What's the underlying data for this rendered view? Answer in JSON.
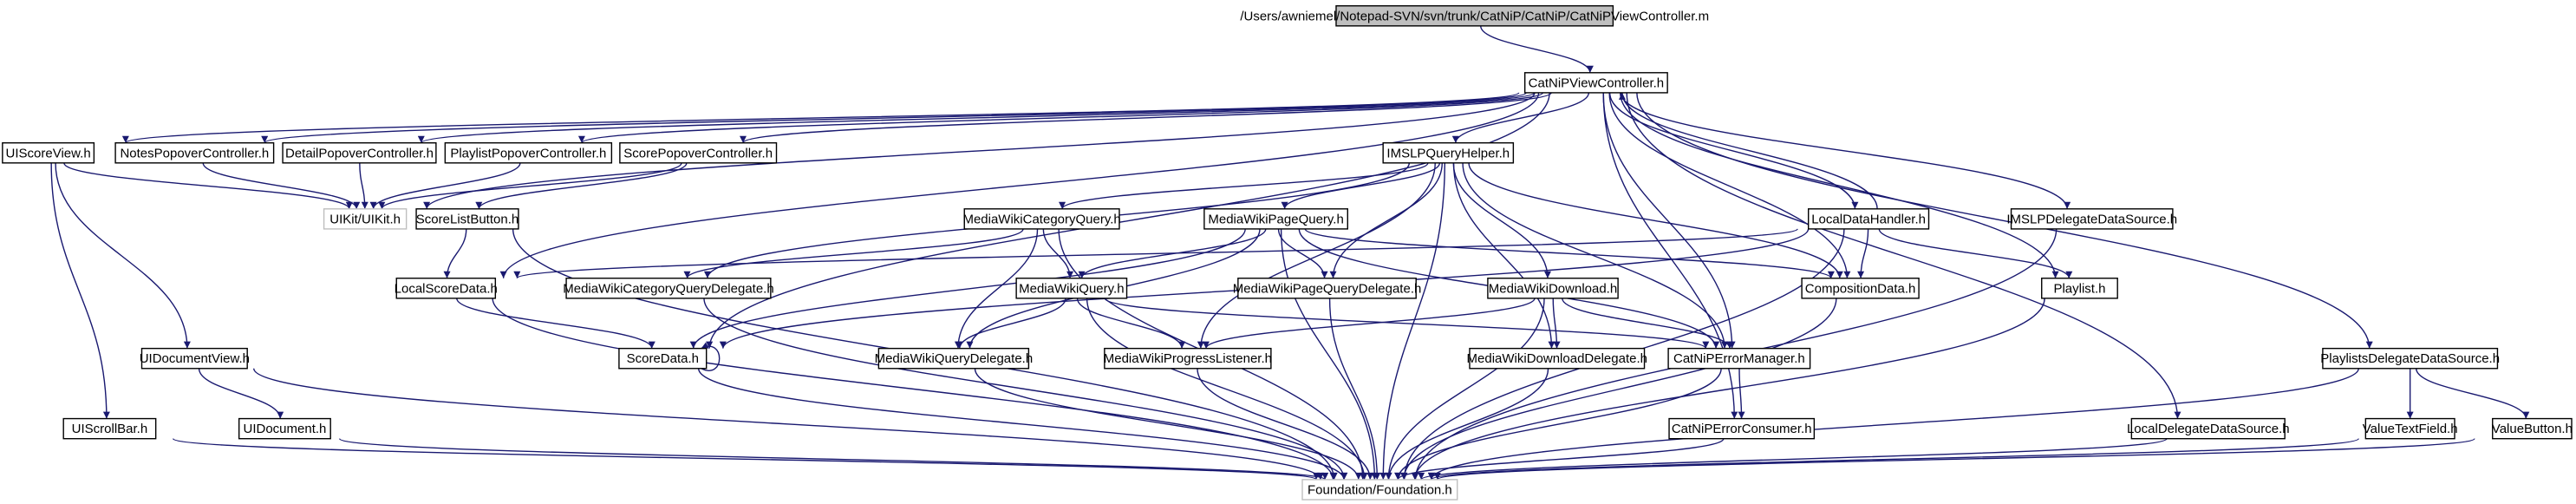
{
  "colors": {
    "edge": "#191970",
    "root_fill": "#bfbfbf",
    "node_border": "#000000",
    "system_border": "#bfbfbf",
    "background": "#ffffff"
  },
  "nodes": [
    {
      "id": "root",
      "label": "/Users/awniemel/Notepad-SVN/svn/trunk/CatNiP/CatNiP/CatNiPViewController.m"
    },
    {
      "id": "catnipvc",
      "label": "CatNiPViewController.h"
    },
    {
      "id": "uiscoreview",
      "label": "UIScoreView.h"
    },
    {
      "id": "notespopover",
      "label": "NotesPopoverController.h"
    },
    {
      "id": "detailpopover",
      "label": "DetailPopoverController.h"
    },
    {
      "id": "playlistpopover",
      "label": "PlaylistPopoverController.h"
    },
    {
      "id": "scorepopover",
      "label": "ScorePopoverController.h"
    },
    {
      "id": "imslpqueryhelper",
      "label": "IMSLPQueryHelper.h"
    },
    {
      "id": "uikit",
      "label": "UIKit/UIKit.h"
    },
    {
      "id": "scorelistbutton",
      "label": "ScoreListButton.h"
    },
    {
      "id": "mwcategoryquery",
      "label": "MediaWikiCategoryQuery.h"
    },
    {
      "id": "mwpagequery",
      "label": "MediaWikiPageQuery.h"
    },
    {
      "id": "localdatahandler",
      "label": "LocalDataHandler.h"
    },
    {
      "id": "imslpdelegateds",
      "label": "IMSLPDelegateDataSource.h"
    },
    {
      "id": "localscoredata",
      "label": "LocalScoreData.h"
    },
    {
      "id": "mwcatquerydelegate",
      "label": "MediaWikiCategoryQueryDelegate.h"
    },
    {
      "id": "mwpagequerydelegate",
      "label": "MediaWikiPageQueryDelegate.h"
    },
    {
      "id": "compositiondata",
      "label": "CompositionData.h"
    },
    {
      "id": "playlist",
      "label": "Playlist.h"
    },
    {
      "id": "mwquery",
      "label": "MediaWikiQuery.h"
    },
    {
      "id": "mwdownload",
      "label": "MediaWikiDownload.h"
    },
    {
      "id": "uidocumentview",
      "label": "UIDocumentView.h"
    },
    {
      "id": "scoredata",
      "label": "ScoreData.h"
    },
    {
      "id": "mwquerydelegate",
      "label": "MediaWikiQueryDelegate.h"
    },
    {
      "id": "mwprogresslistener",
      "label": "MediaWikiProgressListener.h"
    },
    {
      "id": "mwdownloaddelegate",
      "label": "MediaWikiDownloadDelegate.h"
    },
    {
      "id": "catniperrormanager",
      "label": "CatNiPErrorManager.h"
    },
    {
      "id": "playlistsdelegateds",
      "label": "PlaylistsDelegateDataSource.h"
    },
    {
      "id": "uiscrollbar",
      "label": "UIScrollBar.h"
    },
    {
      "id": "uidocument",
      "label": "UIDocument.h"
    },
    {
      "id": "catniperrorconsumer",
      "label": "CatNiPErrorConsumer.h"
    },
    {
      "id": "localdelegateds",
      "label": "LocalDelegateDataSource.h"
    },
    {
      "id": "valuetextfield",
      "label": "ValueTextField.h"
    },
    {
      "id": "valuebutton",
      "label": "ValueButton.h"
    },
    {
      "id": "foundation",
      "label": "Foundation/Foundation.h"
    }
  ],
  "edges": [
    [
      "root",
      "catnipvc"
    ],
    [
      "catnipvc",
      "uiscoreview"
    ],
    [
      "catnipvc",
      "notespopover"
    ],
    [
      "catnipvc",
      "detailpopover"
    ],
    [
      "catnipvc",
      "playlistpopover"
    ],
    [
      "catnipvc",
      "scorepopover"
    ],
    [
      "catnipvc",
      "imslpqueryhelper"
    ],
    [
      "catnipvc",
      "uikit"
    ],
    [
      "catnipvc",
      "localscoredata"
    ],
    [
      "catnipvc",
      "scoredata"
    ],
    [
      "catnipvc",
      "localdatahandler"
    ],
    [
      "catnipvc",
      "imslpdelegateds"
    ],
    [
      "catnipvc",
      "compositiondata"
    ],
    [
      "catnipvc",
      "playlist"
    ],
    [
      "catnipvc",
      "catniperrormanager"
    ],
    [
      "catnipvc",
      "catniperrorconsumer"
    ],
    [
      "catnipvc",
      "localdelegateds"
    ],
    [
      "catnipvc",
      "playlistsdelegateds"
    ],
    [
      "uiscoreview",
      "uikit"
    ],
    [
      "uiscoreview",
      "uidocumentview"
    ],
    [
      "uiscoreview",
      "uiscrollbar"
    ],
    [
      "notespopover",
      "uikit"
    ],
    [
      "detailpopover",
      "uikit"
    ],
    [
      "playlistpopover",
      "uikit"
    ],
    [
      "scorepopover",
      "uikit"
    ],
    [
      "scorepopover",
      "scorelistbutton"
    ],
    [
      "imslpqueryhelper",
      "mwcategoryquery"
    ],
    [
      "imslpqueryhelper",
      "mwpagequery"
    ],
    [
      "imslpqueryhelper",
      "mwcatquerydelegate"
    ],
    [
      "imslpqueryhelper",
      "mwpagequerydelegate"
    ],
    [
      "imslpqueryhelper",
      "compositiondata"
    ],
    [
      "imslpqueryhelper",
      "mwdownload"
    ],
    [
      "imslpqueryhelper",
      "mwprogresslistener"
    ],
    [
      "imslpqueryhelper",
      "mwdownloaddelegate"
    ],
    [
      "imslpqueryhelper",
      "catniperrormanager"
    ],
    [
      "imslpqueryhelper",
      "foundation"
    ],
    [
      "scorelistbutton",
      "localscoredata"
    ],
    [
      "scorelistbutton",
      "foundation"
    ],
    [
      "mwcategoryquery",
      "mwcatquerydelegate"
    ],
    [
      "mwcategoryquery",
      "mwquery"
    ],
    [
      "mwcategoryquery",
      "mwquerydelegate"
    ],
    [
      "mwcategoryquery",
      "foundation"
    ],
    [
      "mwpagequery",
      "mwpagequerydelegate"
    ],
    [
      "mwpagequery",
      "mwquery"
    ],
    [
      "mwpagequery",
      "mwquerydelegate"
    ],
    [
      "mwpagequery",
      "compositiondata"
    ],
    [
      "mwpagequery",
      "scoredata"
    ],
    [
      "mwpagequery",
      "catniperrormanager"
    ],
    [
      "mwpagequery",
      "foundation"
    ],
    [
      "localdatahandler",
      "catnipvc"
    ],
    [
      "localdatahandler",
      "localscoredata"
    ],
    [
      "localdatahandler",
      "scoredata"
    ],
    [
      "localdatahandler",
      "compositiondata"
    ],
    [
      "localdatahandler",
      "playlist"
    ],
    [
      "localdatahandler",
      "foundation"
    ],
    [
      "imslpdelegateds",
      "foundation"
    ],
    [
      "localscoredata",
      "scoredata"
    ],
    [
      "localscoredata",
      "foundation"
    ],
    [
      "mwcatquerydelegate",
      "foundation"
    ],
    [
      "mwpagequerydelegate",
      "foundation"
    ],
    [
      "compositiondata",
      "foundation"
    ],
    [
      "playlist",
      "foundation"
    ],
    [
      "mwquery",
      "mwquerydelegate"
    ],
    [
      "mwquery",
      "mwprogresslistener"
    ],
    [
      "mwquery",
      "catniperrormanager"
    ],
    [
      "mwquery",
      "foundation"
    ],
    [
      "mwdownload",
      "mwprogresslistener"
    ],
    [
      "mwdownload",
      "mwdownloaddelegate"
    ],
    [
      "mwdownload",
      "catniperrormanager"
    ],
    [
      "mwdownload",
      "foundation"
    ],
    [
      "uidocumentview",
      "uidocument"
    ],
    [
      "uidocumentview",
      "foundation"
    ],
    [
      "scoredata",
      "scoredata"
    ],
    [
      "scoredata",
      "foundation"
    ],
    [
      "mwquerydelegate",
      "foundation"
    ],
    [
      "mwprogresslistener",
      "foundation"
    ],
    [
      "mwdownloaddelegate",
      "foundation"
    ],
    [
      "catniperrormanager",
      "catniperrorconsumer"
    ],
    [
      "catniperrormanager",
      "foundation"
    ],
    [
      "playlistsdelegateds",
      "valuetextfield"
    ],
    [
      "playlistsdelegateds",
      "valuebutton"
    ],
    [
      "playlistsdelegateds",
      "foundation"
    ],
    [
      "uiscrollbar",
      "foundation"
    ],
    [
      "uidocument",
      "foundation"
    ],
    [
      "catniperrorconsumer",
      "foundation"
    ],
    [
      "localdelegateds",
      "foundation"
    ],
    [
      "valuetextfield",
      "foundation"
    ],
    [
      "valuebutton",
      "foundation"
    ]
  ]
}
